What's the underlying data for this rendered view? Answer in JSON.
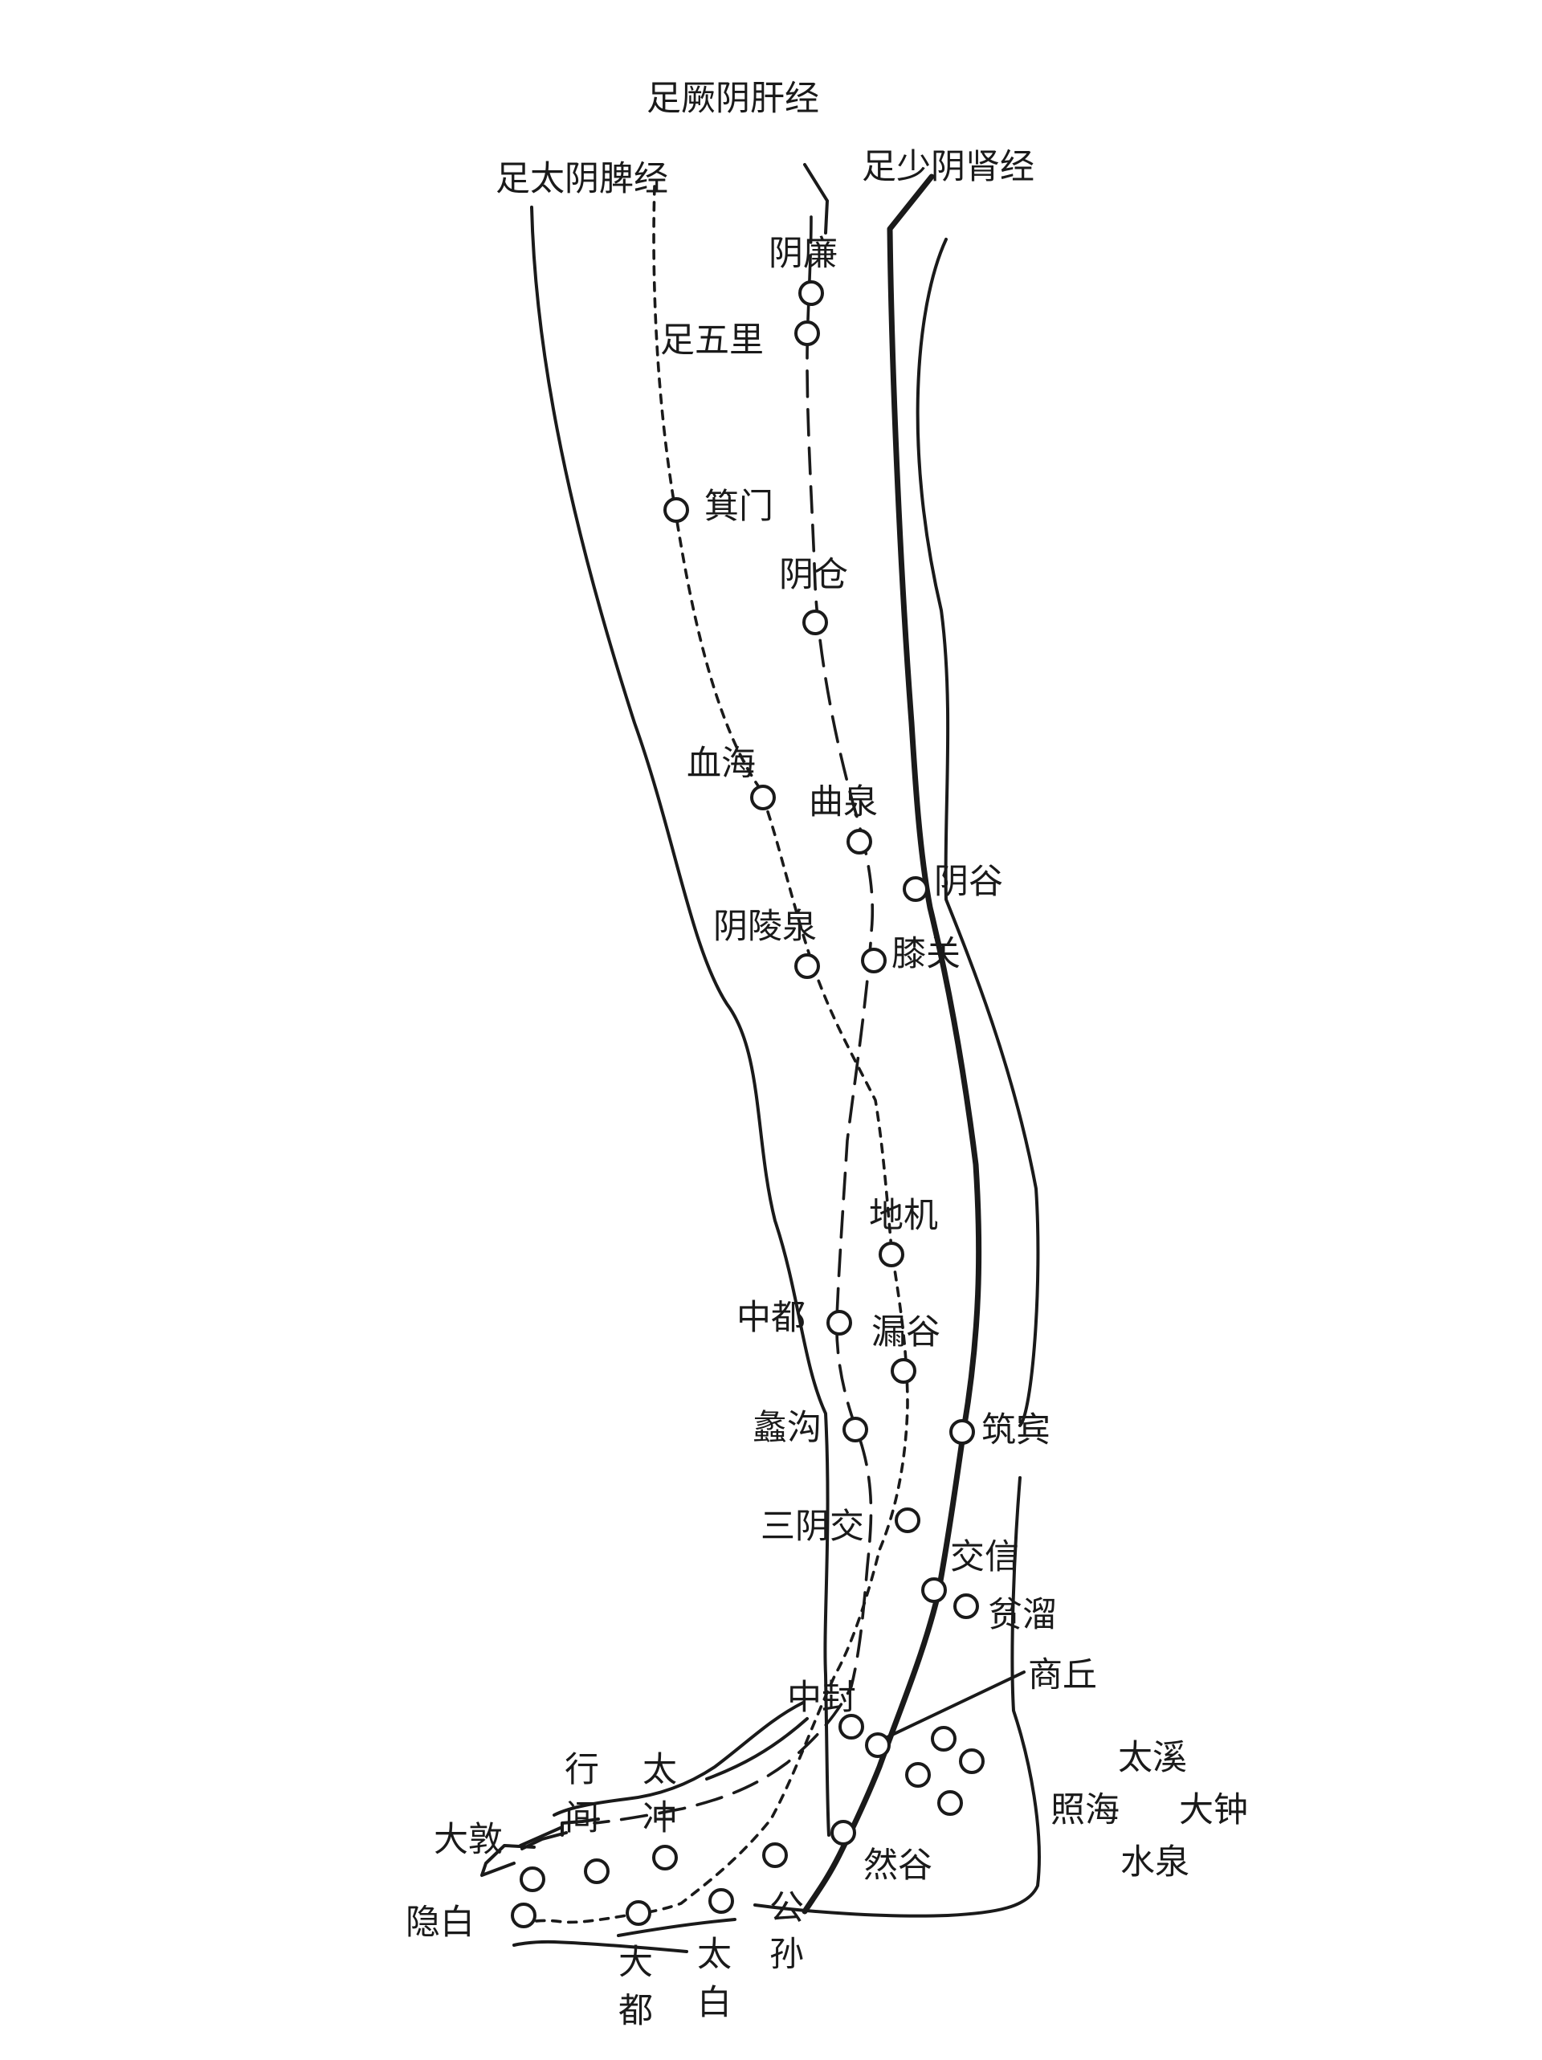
{
  "meridians": {
    "spleen": "足太阴脾经",
    "liver": "足厥阴肝经",
    "kidney": "足少阴肾经"
  },
  "points": {
    "yinlian": "阴廉",
    "zuwuli": "足五里",
    "jimen": "箕门",
    "yinbao": "阴仓",
    "xuehai": "血海",
    "ququan": "曲泉",
    "yingu": "阴谷",
    "yinlingquan": "阴陵泉",
    "xiguan": "膝关",
    "diji": "地机",
    "zhongdu": "中都",
    "lougu": "漏谷",
    "ligou": "蠡沟",
    "zhubin": "筑宾",
    "sanyinjiao": "三阴交",
    "jiaoxin": "交信",
    "fuliu": "贫溜",
    "shangqiu": "商丘",
    "zhongfeng": "中封",
    "taixi": "太溪",
    "zhaohai": "照海",
    "dazhong": "大钟",
    "shuiquan": "水泉",
    "xingjian_1": "行",
    "xingjian_2": "间",
    "taichong_1": "太",
    "taichong_2": "冲",
    "dadun": "大敦",
    "rangu": "然谷",
    "yinbai": "隐白",
    "gongsun_1": "公",
    "gongsun_2": "孙",
    "dadu_1": "大",
    "dadu_2": "都",
    "taibai_1": "太",
    "taibai_2": "白"
  }
}
